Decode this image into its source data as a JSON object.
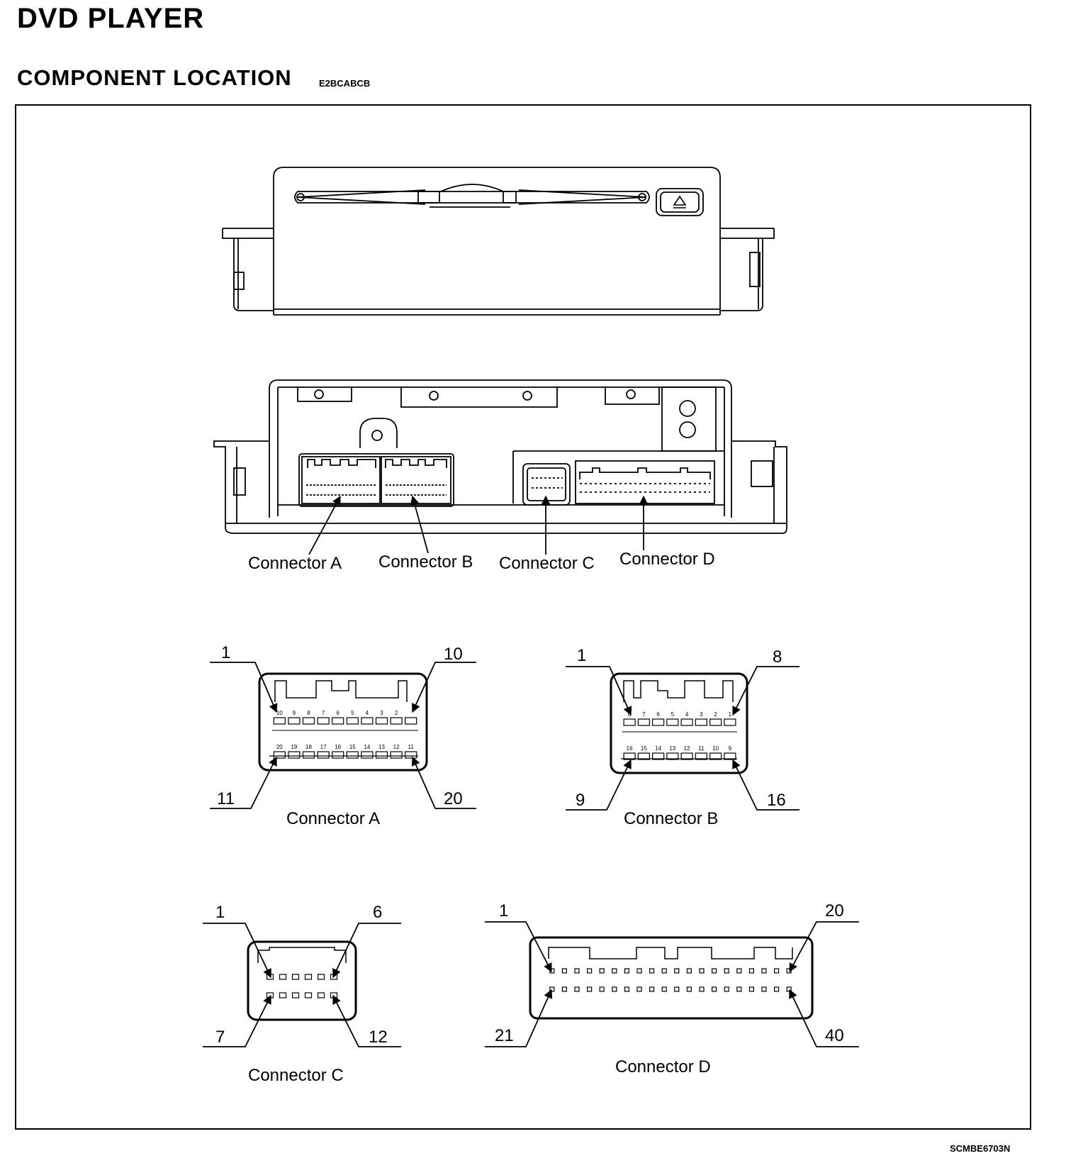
{
  "page": {
    "title": "DVD PLAYER",
    "section_title": "COMPONENT LOCATION",
    "section_code": "E2BCABCB",
    "figure_code": "SCMBE6703N"
  },
  "rear_callouts": [
    "Connector A",
    "Connector B",
    "Connector C",
    "Connector D"
  ],
  "connectors": {
    "a": {
      "name": "Connector A",
      "pin_top_left": "1",
      "pin_top_right": "10",
      "pin_bottom_left": "11",
      "pin_bottom_right": "20",
      "row1_numbers": [
        "10",
        "9",
        "8",
        "7",
        "6",
        "5",
        "4",
        "3",
        "2",
        ""
      ],
      "row2_numbers": [
        "20",
        "19",
        "18",
        "17",
        "16",
        "15",
        "14",
        "13",
        "12",
        "11"
      ]
    },
    "b": {
      "name": "Connector B",
      "pin_top_left": "1",
      "pin_top_right": "8",
      "pin_bottom_left": "9",
      "pin_bottom_right": "16",
      "row1_numbers": [
        "8",
        "7",
        "6",
        "5",
        "4",
        "3",
        "2",
        "1"
      ],
      "row2_numbers": [
        "16",
        "15",
        "14",
        "13",
        "12",
        "11",
        "10",
        "9"
      ]
    },
    "c": {
      "name": "Connector C",
      "pin_top_left": "1",
      "pin_top_right": "6",
      "pin_bottom_left": "7",
      "pin_bottom_right": "12"
    },
    "d": {
      "name": "Connector D",
      "pin_top_left": "1",
      "pin_top_right": "20",
      "pin_bottom_left": "21",
      "pin_bottom_right": "40"
    }
  }
}
